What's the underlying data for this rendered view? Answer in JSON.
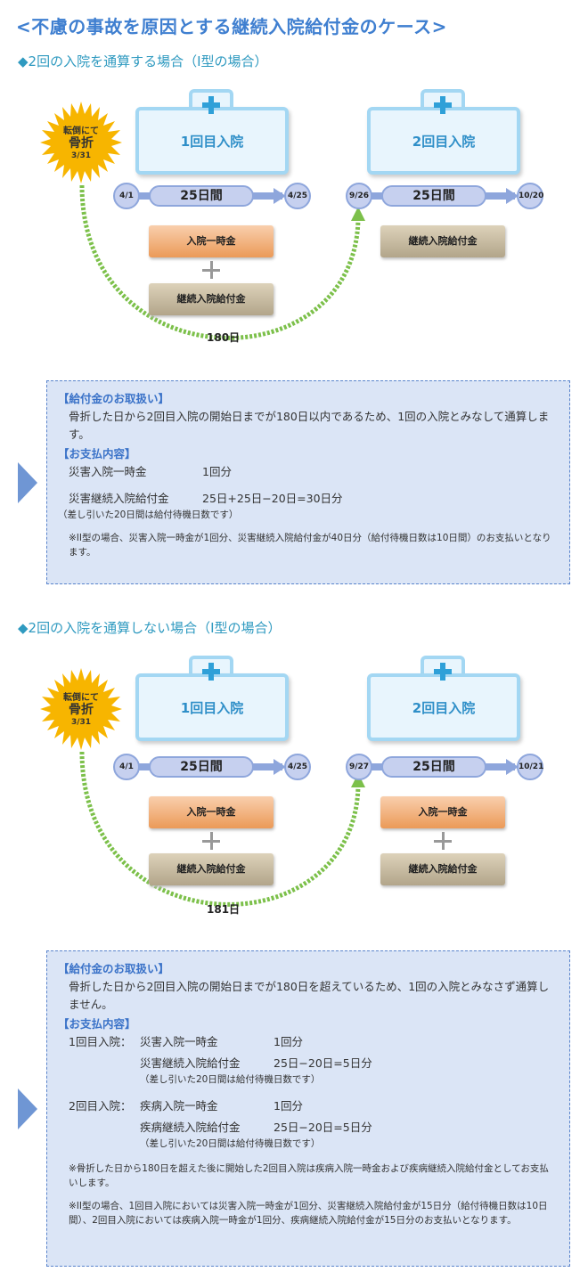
{
  "title": "<不慮の事故を原因とする継続入院給付金のケース>",
  "sections": [
    {
      "heading": "◆2回の入院を通算する場合（I型の場合）",
      "accident": {
        "line1": "転倒にて",
        "line2": "骨折",
        "date": "3/31"
      },
      "stays": [
        {
          "label": "1回目入院",
          "start": "4/1",
          "duration": "25日間",
          "end": "4/25",
          "payments": [
            "入院一時金",
            "継続入院給付金"
          ]
        },
        {
          "label": "2回目入院",
          "start": "9/26",
          "duration": "25日間",
          "end": "10/20",
          "payments": [
            "継続入院給付金"
          ]
        }
      ],
      "gap_days": "180日",
      "info": {
        "handling_heading": "【給付金のお取扱い】",
        "handling_text": "骨折した日から2回目入院の開始日までが180日以内であるため、1回の入院とみなして通算します。",
        "payment_heading": "【お支払内容】",
        "rows": [
          {
            "item": "災害入院一時金",
            "value": "1回分"
          },
          {
            "item": "災害継続入院給付金",
            "value": "25日+25日−20日=30日分"
          }
        ],
        "note": "（差し引いた20日間は給付待機日数です）",
        "footnote": "※II型の場合、災害入院一時金が1回分、災害継続入院給付金が40日分（給付待機日数は10日間）のお支払いとなります。"
      }
    },
    {
      "heading": "◆2回の入院を通算しない場合（I型の場合）",
      "accident": {
        "line1": "転倒にて",
        "line2": "骨折",
        "date": "3/31"
      },
      "stays": [
        {
          "label": "1回目入院",
          "start": "4/1",
          "duration": "25日間",
          "end": "4/25",
          "payments": [
            "入院一時金",
            "継続入院給付金"
          ]
        },
        {
          "label": "2回目入院",
          "start": "9/27",
          "duration": "25日間",
          "end": "10/21",
          "payments": [
            "入院一時金",
            "継続入院給付金"
          ]
        }
      ],
      "gap_days": "181日",
      "info": {
        "handling_heading": "【給付金のお取扱い】",
        "handling_text": "骨折した日から2回目入院の開始日までが180日を超えているため、1回の入院とみなさず通算しません。",
        "payment_heading": "【お支払内容】",
        "groups": [
          {
            "stay": "1回目入院：",
            "rows": [
              {
                "item": "災害入院一時金",
                "value": "1回分"
              },
              {
                "item": "災害継続入院給付金",
                "value": "25日−20日=5日分"
              }
            ],
            "note": "（差し引いた20日間は給付待機日数です）"
          },
          {
            "stay": "2回目入院：",
            "rows": [
              {
                "item": "疾病入院一時金",
                "value": "1回分"
              },
              {
                "item": "疾病継続入院給付金",
                "value": "25日−20日=5日分"
              }
            ],
            "note": "（差し引いた20日間は給付待機日数です）"
          }
        ],
        "footnote1": "※骨折した日から180日を超えた後に開始した2回目入院は疾病入院一時金および疾病継続入院給付金としてお支払いします。",
        "footnote2": "※II型の場合、1回目入院においては災害入院一時金が1回分、災害継続入院給付金が15日分（給付待機日数は10日間）、2回目入院においては疾病入院一時金が1回分、疾病継続入院給付金が15日分のお支払いとなります。"
      }
    }
  ],
  "colors": {
    "title": "#3f7fd0",
    "subheading": "#2f9ac0",
    "box_bg": "#dbe5f6",
    "arc": "#7cc04a",
    "starburst": "#f7b500"
  }
}
